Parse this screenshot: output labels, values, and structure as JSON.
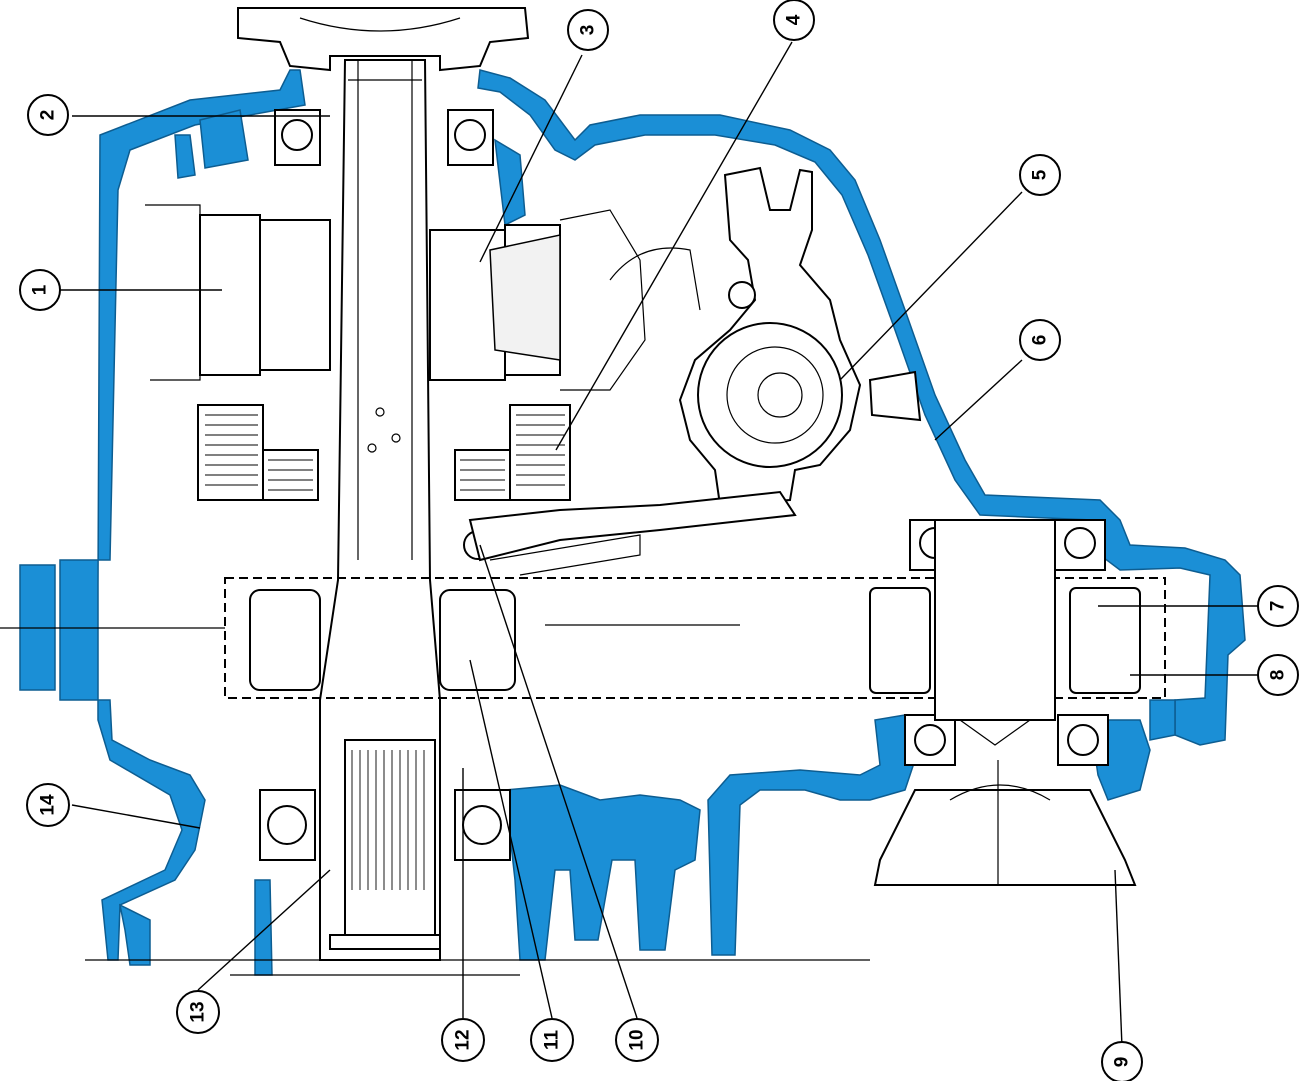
{
  "callouts": [
    {
      "label": "1"
    },
    {
      "label": "2"
    },
    {
      "label": "3"
    },
    {
      "label": "4"
    },
    {
      "label": "5"
    },
    {
      "label": "6"
    },
    {
      "label": "7"
    },
    {
      "label": "8"
    },
    {
      "label": "9"
    },
    {
      "label": "10"
    },
    {
      "label": "11"
    },
    {
      "label": "12"
    },
    {
      "label": "13"
    },
    {
      "label": "14"
    }
  ],
  "colors": {
    "casing": "#1b8fd6",
    "outline": "#000000",
    "background": "#ffffff"
  }
}
